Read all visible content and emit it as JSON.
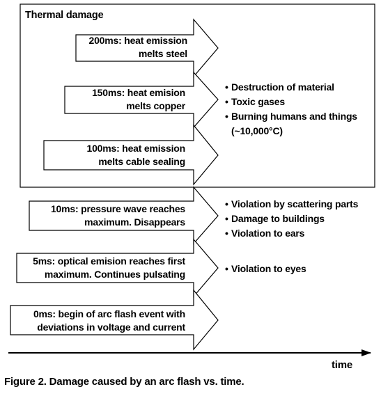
{
  "thermal_group": {
    "title": "Thermal damage"
  },
  "events": [
    {
      "line1": "200ms: heat emission",
      "line2": "melts steel"
    },
    {
      "line1": "150ms: heat emision",
      "line2": "melts copper"
    },
    {
      "line1": "100ms: heat emission",
      "line2": "melts cable sealing"
    },
    {
      "line1": "10ms: pressure wave reaches",
      "line2": "maximum. Disappears"
    },
    {
      "line1": "5ms: optical emision reaches first",
      "line2": "maximum. Continues pulsating"
    },
    {
      "line1": "0ms: begin of arc flash event with",
      "line2": "deviations in voltage and current"
    }
  ],
  "effects": {
    "thermal": [
      "Destruction of material",
      "Toxic gases",
      "Burning humans and things"
    ],
    "thermal_note": "(~10,000°C)",
    "pressure": [
      "Violation by scattering parts",
      "Damage to buildings",
      "Violation to ears"
    ],
    "optical": [
      "Violation to eyes"
    ]
  },
  "axis": {
    "label": "time"
  },
  "caption": "Figure 2. Damage caused by an arc flash vs. time."
}
